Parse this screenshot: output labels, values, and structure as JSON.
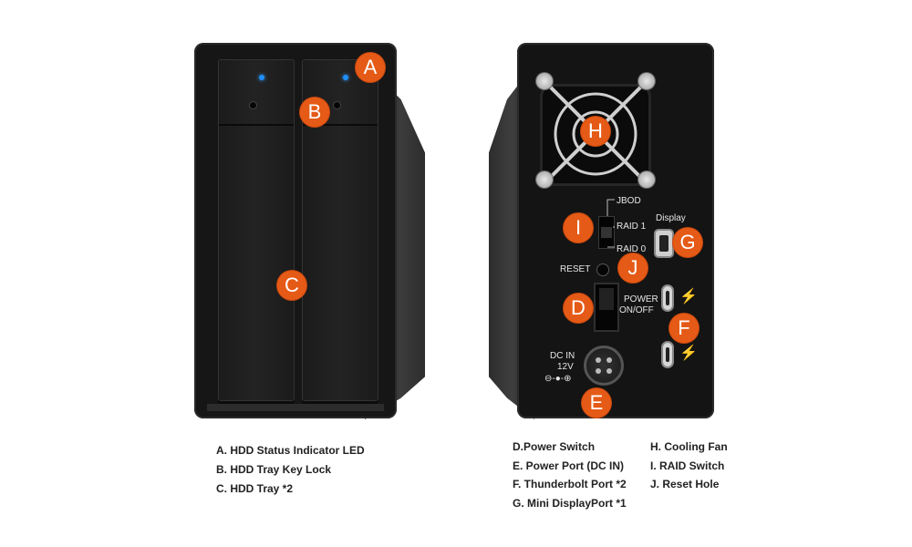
{
  "markers": {
    "a": "A",
    "b": "B",
    "c": "C",
    "d": "D",
    "e": "E",
    "f": "F",
    "g": "G",
    "h": "H",
    "i": "I",
    "j": "J"
  },
  "panel_labels": {
    "jbod": "JBOD",
    "raid1": "RAID 1",
    "raid0": "RAID 0",
    "display": "Display",
    "reset": "RESET",
    "power_line1": "POWER",
    "power_line2": "ON/OFF",
    "dcin_line1": "DC IN",
    "dcin_line2": "12V",
    "polarity": "⊖-●-⊕"
  },
  "legend": {
    "col1": [
      "A. HDD Status Indicator LED",
      "B. HDD Tray Key Lock",
      "C. HDD Tray *2"
    ],
    "col2": [
      "D.Power Switch",
      "E. Power Port (DC IN)",
      "F. Thunderbolt Port *2",
      "G. Mini DisplayPort *1"
    ],
    "col3": [
      "H. Cooling Fan",
      "I. RAID Switch",
      "J. Reset Hole"
    ]
  },
  "colors": {
    "marker": "#e55a16",
    "led": "#1f8fff",
    "enclosure": "#161616"
  },
  "icons": {
    "thunderbolt": "⚡"
  }
}
